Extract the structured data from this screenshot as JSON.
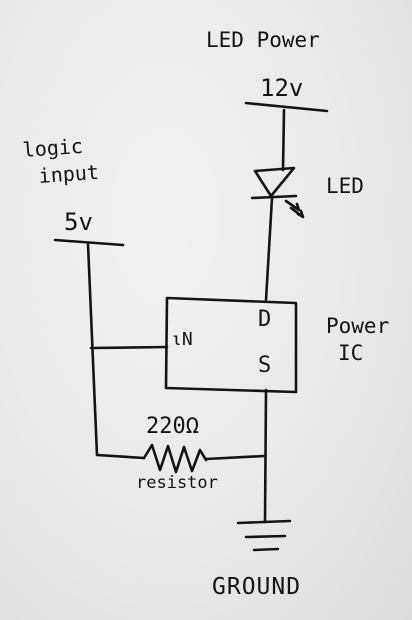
{
  "labels": {
    "led_power": "LED Power",
    "supply_12v": "12v",
    "logic": "logic",
    "input": "input",
    "supply_5v": "5v",
    "led": "LED",
    "power": "Power",
    "ic": "IC",
    "pin_in": "ιN",
    "pin_d": "D",
    "pin_s": "S",
    "resistance": "220Ω",
    "resistor": "resistor",
    "ground": "GROUND"
  },
  "colors": {
    "ink": "#141414",
    "paper": "#efefef"
  }
}
